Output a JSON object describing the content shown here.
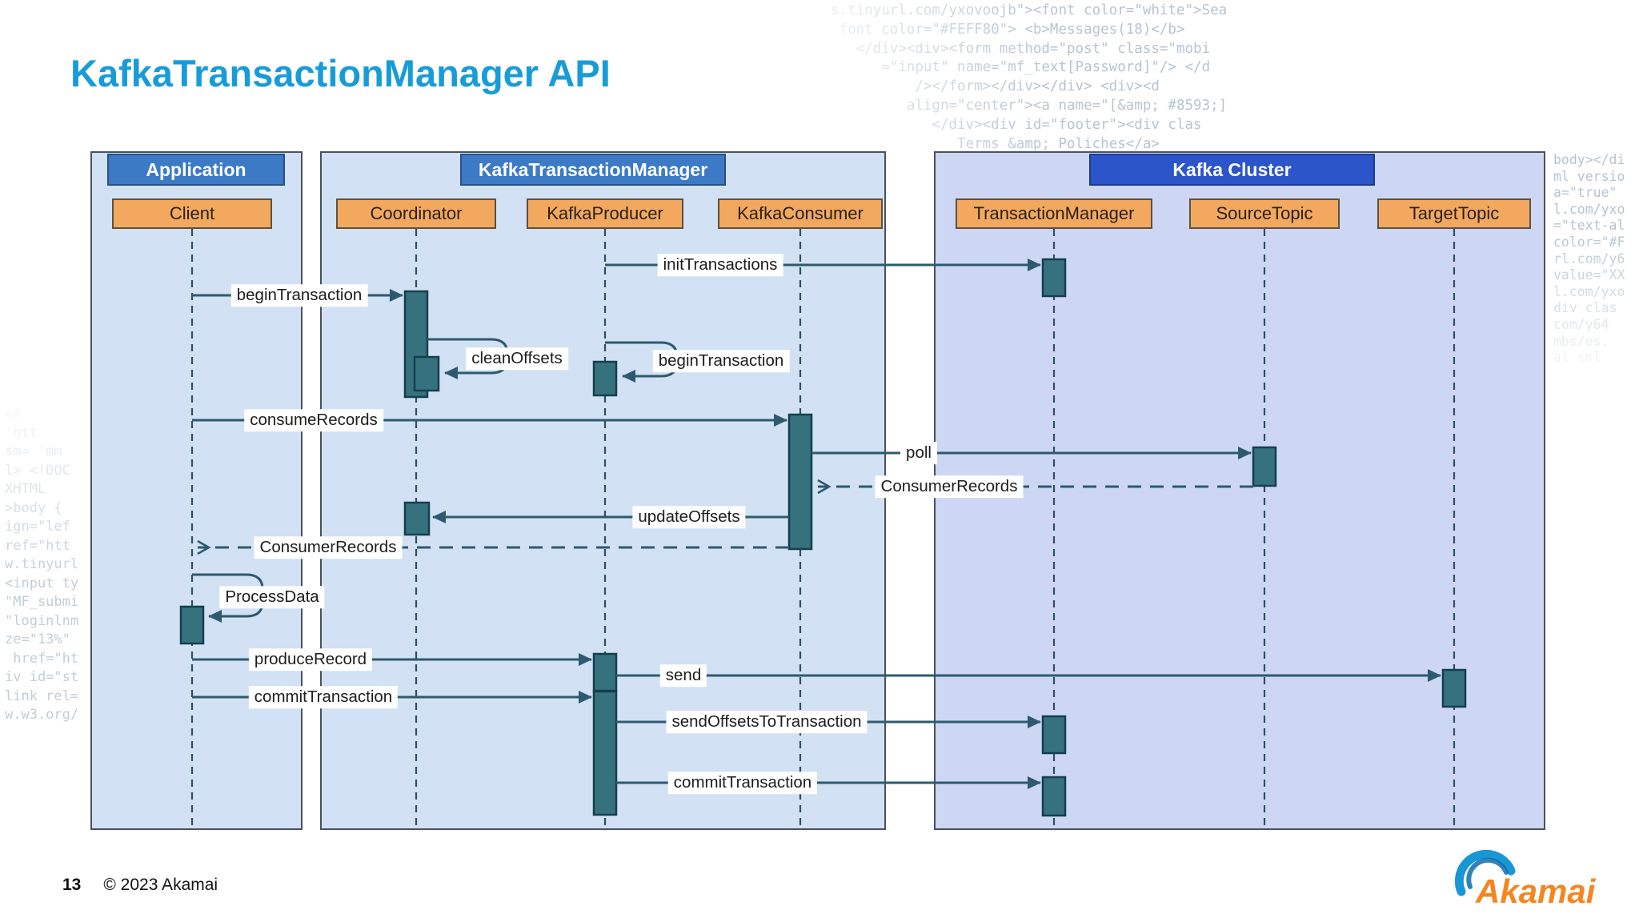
{
  "title": "KafkaTransactionManager API",
  "frames": [
    {
      "label": "Application"
    },
    {
      "label": "KafkaTransactionManager"
    },
    {
      "label": "Kafka Cluster"
    }
  ],
  "participants": [
    {
      "label": "Client"
    },
    {
      "label": "Coordinator"
    },
    {
      "label": "KafkaProducer"
    },
    {
      "label": "KafkaConsumer"
    },
    {
      "label": "TransactionManager"
    },
    {
      "label": "SourceTopic"
    },
    {
      "label": "TargetTopic"
    }
  ],
  "messages": [
    {
      "label": "initTransactions"
    },
    {
      "label": "beginTransaction"
    },
    {
      "label": "cleanOffsets"
    },
    {
      "label": "beginTransaction"
    },
    {
      "label": "consumeRecords"
    },
    {
      "label": "poll"
    },
    {
      "label": "ConsumerRecords"
    },
    {
      "label": "updateOffsets"
    },
    {
      "label": "ConsumerRecords"
    },
    {
      "label": "ProcessData"
    },
    {
      "label": "produceRecord"
    },
    {
      "label": "send"
    },
    {
      "label": "commitTransaction"
    },
    {
      "label": "sendOffsetsToTransaction"
    },
    {
      "label": "commitTransaction"
    }
  ],
  "footer": {
    "page_number": "13",
    "copyright": "© 2023 Akamai"
  },
  "logo": {
    "text": "Akamai"
  },
  "colors": {
    "title_blue": "#189cd8",
    "frame_fill": "#d2e1f3",
    "cluster_frame_fill": "#cdd7f3",
    "frame_header_blue": "#3c7ac6",
    "cluster_header_blue": "#2b55c8",
    "participant_orange": "#f2a95f",
    "activation_teal": "#36717e",
    "arrow_slate": "#2d5a6e",
    "logo_orange": "#f5861f"
  },
  "background_code": {
    "top_right": [
      "s.tinyurl.com/yxovoojb\"><font color=\"white\">Sea",
      " font color=\"#FEFF80\"> <b>Messages(18)</b>",
      "   </div><div><form method=\"post\" class=\"mobi",
      "      =\"input\" name=\"mf_text[Password]\"/> </d",
      "          /></form></div></div> <div><d",
      "         align=\"center\"><a name=\"[&amp; #8593;]",
      "            </div><div id=\"footer\"><div clas",
      "               Terms &amp; Poliches</a>"
    ],
    "right_edge": [
      "body></di",
      "ml versio",
      "a=\"true\"",
      "l.com/yxo",
      "=\"text-al",
      "color=\"#F",
      "rl.com/y6",
      "value=\"XX",
      "l.com/yxo",
      "div clas",
      "com/y64",
      "mbs/es.",
      "al sml"
    ],
    "left_edge": [
      "=#",
      "'htt",
      "sm= 'mm",
      "",
      "l> <!DOC",
      "",
      "",
      "",
      "",
      "",
      "XHTML",
      "",
      ">body {",
      "ign=\"lef",
      "ref=\"htt",
      "w.tinyurl",
      "<input ty",
      "\"MF_submi",
      "\"loginlnm",
      "ze=\"13%\"",
      " href=\"ht",
      "iv id=\"st",
      "link rel=",
      "w.w3.org/"
    ]
  }
}
